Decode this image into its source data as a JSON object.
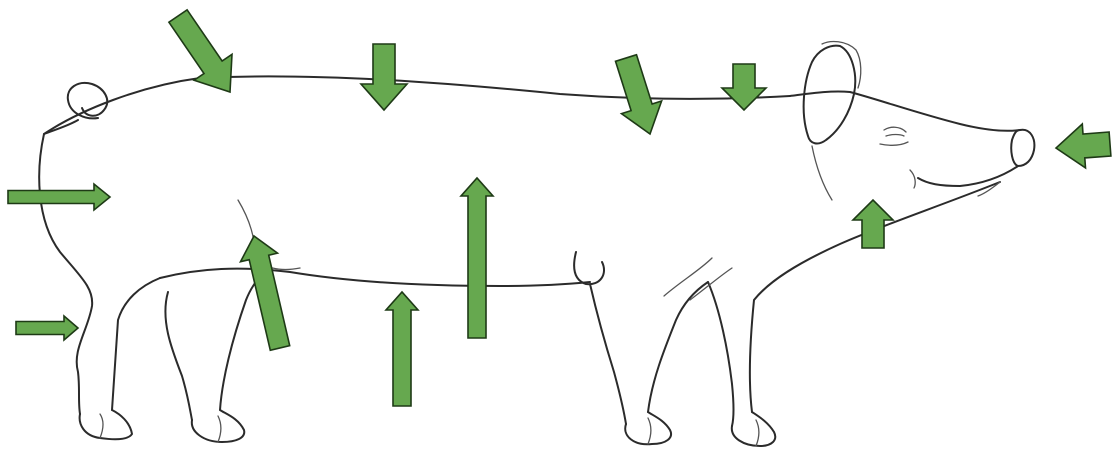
{
  "diagram": {
    "subject": "pig-body-parts",
    "arrow_color": "#66a84f",
    "arrow_outline": "#1e3a16",
    "line_color": "#2b2b2b",
    "arrows": [
      {
        "id": "shoulder-top",
        "direction": "down-right"
      },
      {
        "id": "back",
        "direction": "down"
      },
      {
        "id": "loin",
        "direction": "down-right"
      },
      {
        "id": "neck-top",
        "direction": "down"
      },
      {
        "id": "snout",
        "direction": "left"
      },
      {
        "id": "rump",
        "direction": "right"
      },
      {
        "id": "hock",
        "direction": "right"
      },
      {
        "id": "flank",
        "direction": "up"
      },
      {
        "id": "belly",
        "direction": "up"
      },
      {
        "id": "side",
        "direction": "up"
      },
      {
        "id": "jowl",
        "direction": "up"
      }
    ]
  }
}
